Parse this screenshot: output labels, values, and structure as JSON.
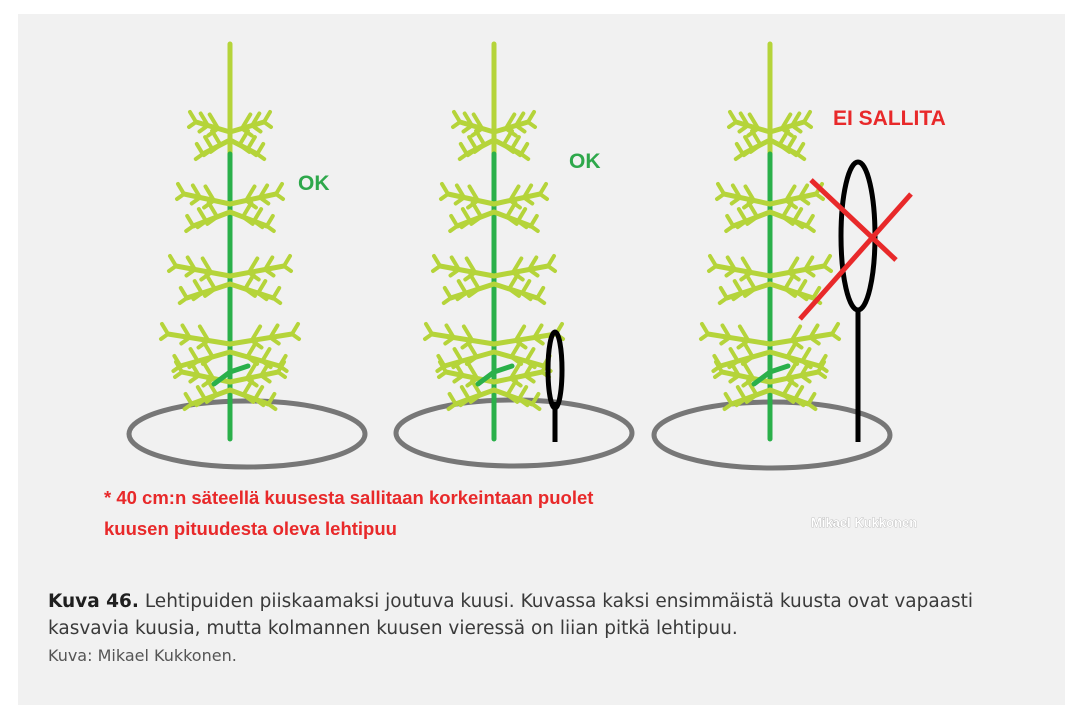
{
  "illustration": {
    "labels": {
      "tree1": "OK",
      "tree2": "OK",
      "tree3": "EI SALLITA"
    },
    "note_line1": "* 40 cm:n säteellä kuusesta sallitaan korkeintaan puolet",
    "note_line2": "kuusen pituudesta oleva lehtipuu",
    "watermark": "Mikael Kukkonen",
    "colors": {
      "stem_dark": "#2ab04a",
      "foliage": "#b5d43a",
      "ok_text": "#2ea84b",
      "forbidden_text": "#e8292a",
      "circle": "#777777",
      "deciduous": "#000000"
    }
  },
  "caption": {
    "lead": "Kuva 46.",
    "body": "Lehtipuiden piiskaamaksi joutuva kuusi. Kuvassa kaksi ensimmäistä kuusta ovat vapaasti kasvavia kuusia, mutta kolmannen kuusen vieressä on liian pitkä lehtipuu.",
    "credit": "Kuva: Mikael Kukkonen."
  }
}
